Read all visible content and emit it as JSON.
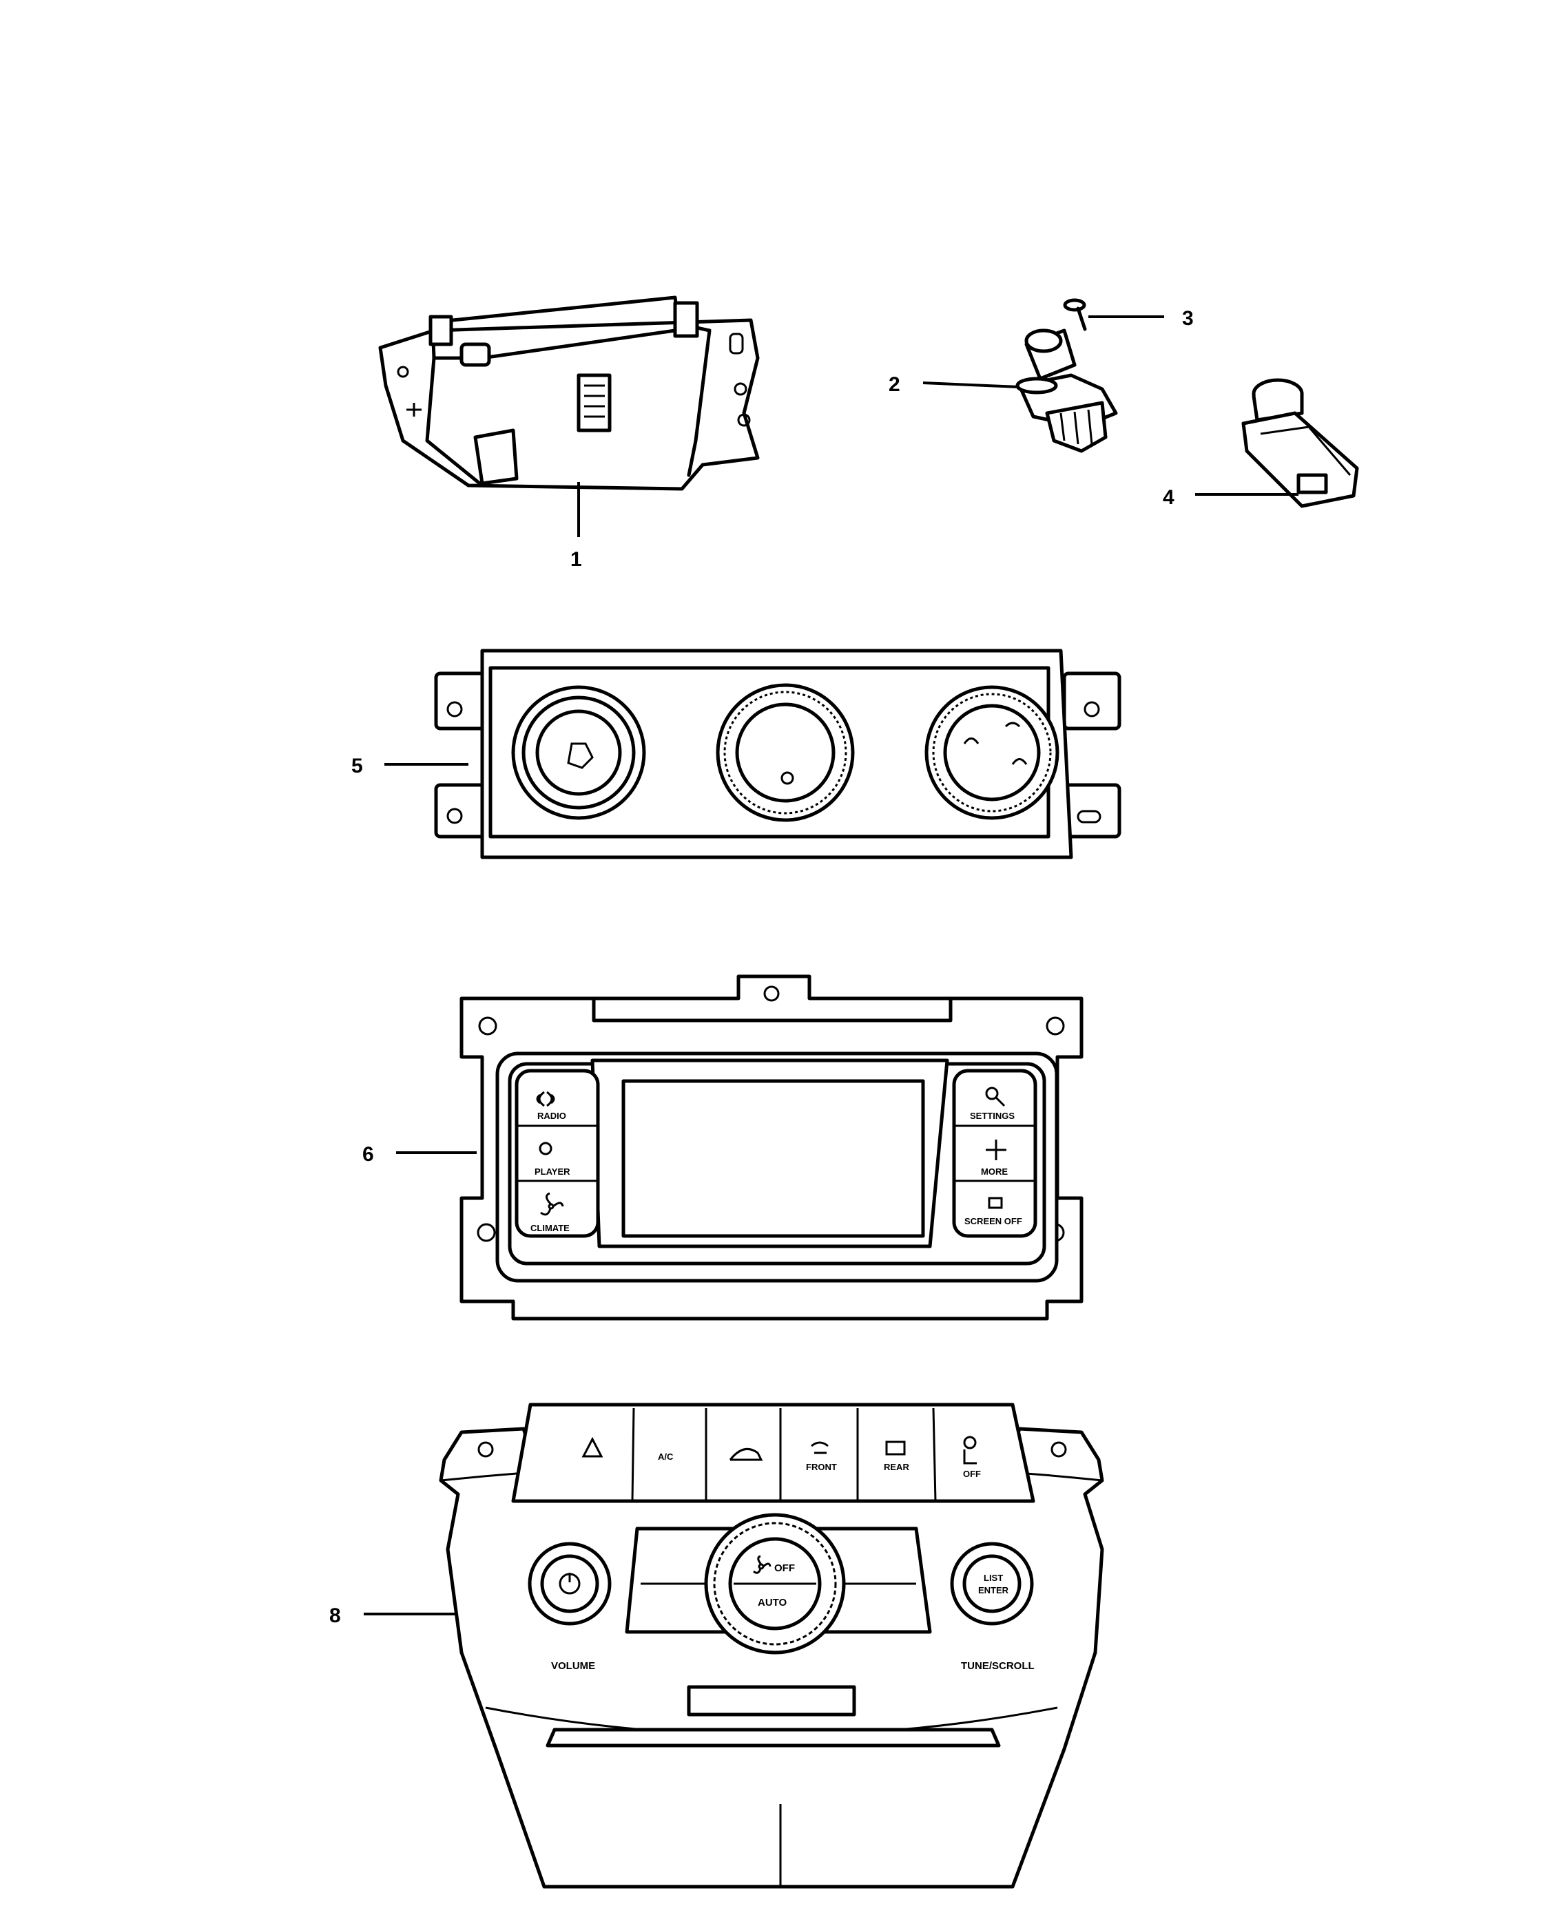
{
  "callouts": [
    "1",
    "2",
    "3",
    "4",
    "5",
    "6",
    "8"
  ],
  "touchscreen_bezel": {
    "left_buttons": [
      "RADIO",
      "PLAYER",
      "CLIMATE"
    ],
    "right_buttons": [
      "SETTINGS",
      "MORE",
      "SCREEN OFF"
    ]
  },
  "integrated_panel": {
    "top_buttons": [
      "A/C",
      "FRONT",
      "REAR",
      "OFF"
    ],
    "center_knob": {
      "upper": "OFF",
      "lower": "AUTO"
    },
    "left_knob_label": "VOLUME",
    "right_knob_text": [
      "LIST",
      "ENTER"
    ],
    "right_knob_label": "TUNE/SCROLL"
  },
  "icons": [
    "power-icon",
    "fan-icon",
    "hazard-icon",
    "defrost-icon",
    "recirculation-icon",
    "seat-icon"
  ]
}
